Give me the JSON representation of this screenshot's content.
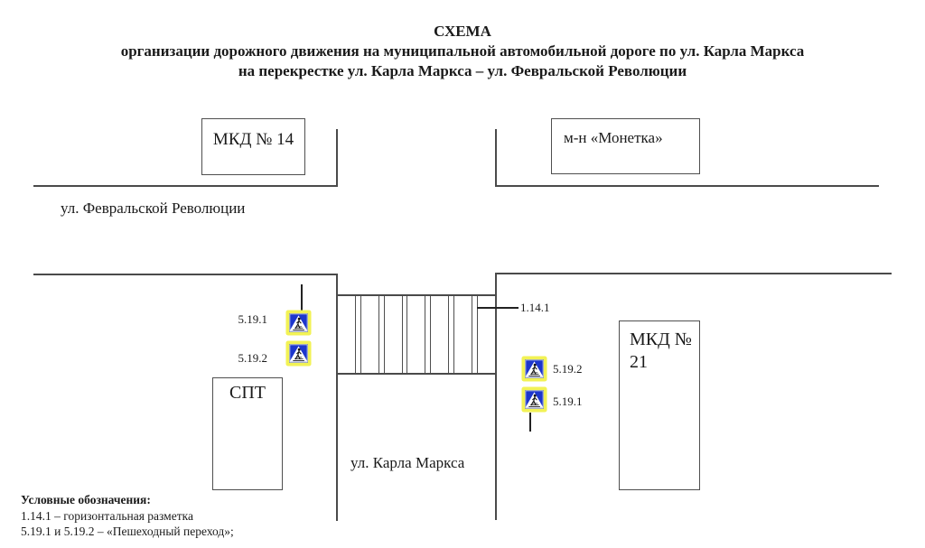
{
  "title": {
    "line1": "СХЕМА",
    "line2": "организации дорожного движения на муниципальной автомобильной дороге по ул. Карла Маркса",
    "line3": "на перекрестке ул. Карла Маркса – ул. Февральской Революции"
  },
  "buildings": {
    "mkd14": "МКД № 14",
    "monetka": "м-н «Монетка»",
    "spt": "СПТ",
    "mkd21": "МКД № 21"
  },
  "streets": {
    "february_revolution": "ул. Февральской Революции",
    "karl_marx": "ул. Карла Маркса"
  },
  "signs": {
    "left_top": "5.19.1",
    "left_bottom": "5.19.2",
    "right_top": "5.19.2",
    "right_bottom": "5.19.1"
  },
  "road_marking": {
    "label": "1.14.1"
  },
  "legend": {
    "heading": "Условные обозначения:",
    "item1": "1.14.1 – горизонтальная разметка",
    "item2": "5.19.1 и 5.19.2 – «Пешеходный переход»;"
  },
  "colors": {
    "sign_blue": "#1d36cc",
    "sign_yellow": "#f2f255",
    "line": "#4a4a4a",
    "text": "#1a1a1a"
  }
}
